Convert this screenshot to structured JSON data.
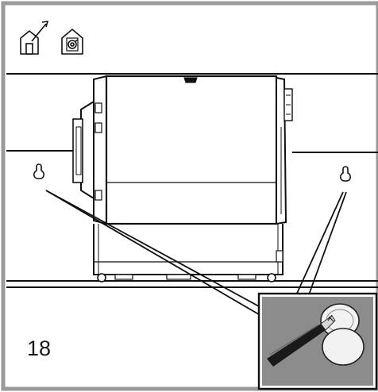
{
  "step": {
    "number": "18"
  },
  "icons": [
    {
      "name": "ducted-extraction-mode-icon"
    },
    {
      "name": "recirculation-mode-icon"
    }
  ],
  "components": {
    "motor": "motor-blower-unit",
    "hooks": "keyhole-mounting-slots",
    "detail": "screwdriver-screw-detail-inset"
  },
  "colors": {
    "frame": "#9a9a9a",
    "line": "#111111",
    "inset_fill": "#8a8a8a"
  }
}
